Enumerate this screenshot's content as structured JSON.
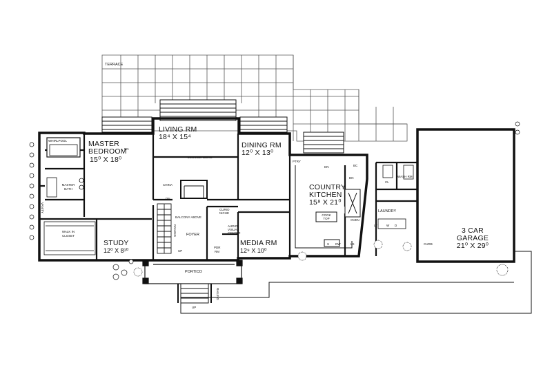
{
  "rooms": {
    "terrace": "TERRACE",
    "master_bedroom": {
      "name1": "MASTER",
      "name2": "BEDROOM",
      "dim": "15⁰ X 18⁰"
    },
    "living": {
      "name": "LIVING RM",
      "dim": "18⁴ X 15⁴"
    },
    "dining": {
      "name": "DINING RM",
      "dim": "12⁰ X 13⁰"
    },
    "kitchen": {
      "name1": "COUNTRY",
      "name2": "KITCHEN",
      "dim": "15⁸ X 21⁰"
    },
    "garage": {
      "name1": "3 CAR",
      "name2": "GARAGE",
      "dim": "21⁰ X 29⁰"
    },
    "study": {
      "name": "STUDY",
      "dim": "12⁰ X 8¹⁰"
    },
    "media": {
      "name": "MEDIA RM",
      "dim": "12⁹ X 10⁰"
    },
    "foyer": "FOYER",
    "portico": "PORTICO",
    "laundry": "LAUNDRY",
    "master_bath": {
      "name1": "MASTER",
      "name2": "BATH"
    },
    "closet": {
      "name1": "WALK IN",
      "name2": "CLOSET"
    },
    "whirlpool": "WHIRLPOOL",
    "wash_rm": "WASH RM",
    "pdr_rm": {
      "name1": "PDR",
      "name2": "RM"
    }
  },
  "notes": {
    "lounge_above": "LOUNGE ABOVE",
    "balcony_above": "BALCONY ABOVE",
    "china": "CHINA",
    "curio1": "CURIO",
    "curio2": "NICHE",
    "cooktop1": "COOK",
    "cooktop2": "TOP",
    "oven": "OVEN",
    "ptry": "PTRY",
    "bc": "BC",
    "dn": "DN",
    "up": "UP",
    "railing": "RAILING",
    "curb": "CURB",
    "vanity": "VANITY",
    "cl": "CL",
    "s": "S",
    "dw": "DW",
    "ls": "LS",
    "lt": "LT",
    "w": "W",
    "d": "D",
    "cab": "CAB",
    "audio1": "AUDIO",
    "audio2": "VISUAL",
    "audio3": "CENTER"
  }
}
